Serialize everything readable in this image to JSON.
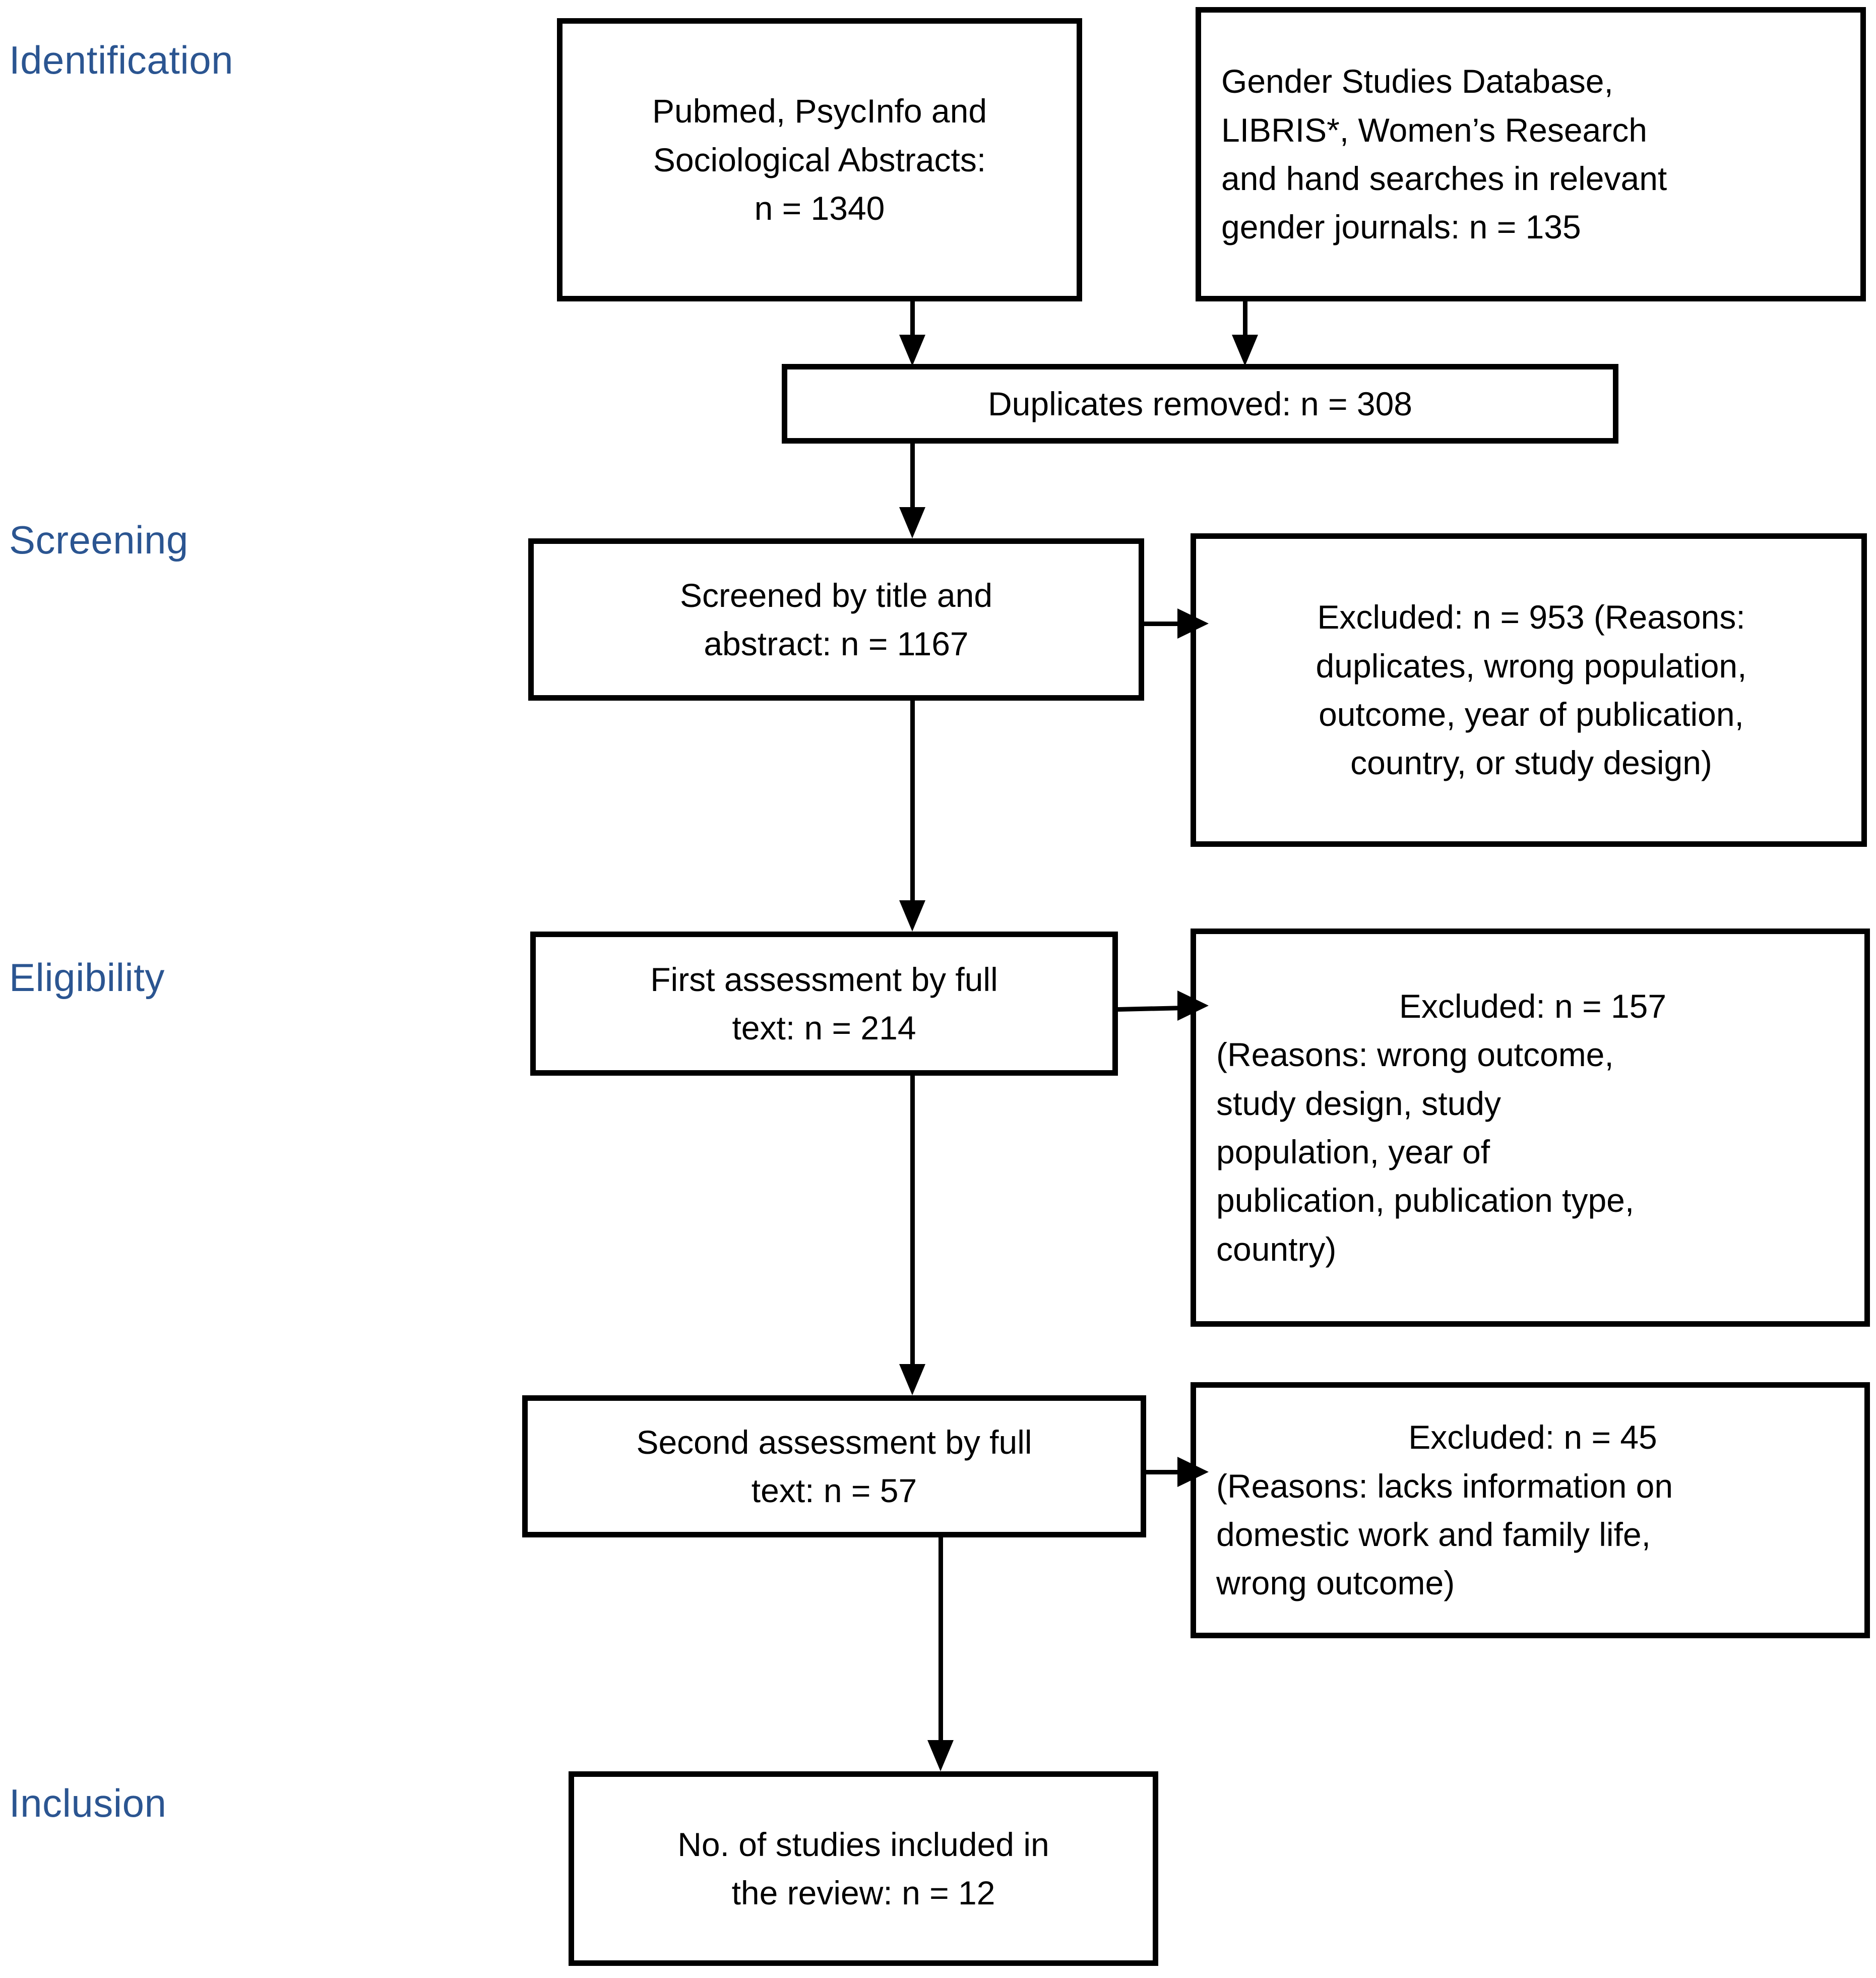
{
  "diagram": {
    "type": "prisma-flow-diagram",
    "title": "PRISMA study selection flow diagram",
    "accent_color": "#2B5591",
    "line_color": "#000000",
    "background": "#ffffff"
  },
  "stages": [
    {
      "id": "identification",
      "label": "Identification"
    },
    {
      "id": "screening",
      "label": "Screening"
    },
    {
      "id": "eligibility",
      "label": "Eligibility"
    },
    {
      "id": "inclusion",
      "label": "Inclusion"
    }
  ],
  "nodes": {
    "database_search": {
      "lines": [
        "Pubmed, PsycInfo and",
        "Sociological Abstracts:",
        "n = 1340"
      ],
      "count": 1340
    },
    "other_sources": {
      "lines": [
        "Gender Studies Database,",
        "LIBRIS*, Women’s Research",
        "and hand searches in relevant",
        "gender journals:  n = 135"
      ],
      "count": 135
    },
    "duplicates_removed": {
      "lines": [
        "Duplicates removed: n = 308"
      ],
      "count": 308
    },
    "screened": {
      "lines": [
        "Screened by title and",
        "abstract: n = 1167"
      ],
      "count": 1167
    },
    "excluded_screening": {
      "lines": [
        "Excluded: n = 953 (Reasons:",
        "duplicates, wrong population,",
        "outcome, year of publication,",
        "country, or study design)"
      ],
      "count": 953
    },
    "first_assessment": {
      "lines": [
        "First assessment by full",
        "text: n = 214"
      ],
      "count": 214
    },
    "excluded_first": {
      "lines": [
        "Excluded: n = 157",
        "(Reasons: wrong outcome,",
        "study design, study",
        "population, year of",
        "publication, publication type,",
        "country)"
      ],
      "count": 157
    },
    "second_assessment": {
      "lines": [
        "Second assessment by full",
        "text: n = 57"
      ],
      "count": 57
    },
    "excluded_second": {
      "lines": [
        "Excluded: n = 45",
        "(Reasons: lacks information on",
        "domestic work and family life,",
        "wrong outcome)"
      ],
      "count": 45
    },
    "included": {
      "lines": [
        "No. of studies included in",
        "the review: n = 12"
      ],
      "count": 12
    }
  },
  "edges": [
    {
      "from": "database_search",
      "to": "duplicates_removed",
      "direction": "down"
    },
    {
      "from": "other_sources",
      "to": "duplicates_removed",
      "direction": "down"
    },
    {
      "from": "duplicates_removed",
      "to": "screened",
      "direction": "down"
    },
    {
      "from": "screened",
      "to": "excluded_screening",
      "direction": "right"
    },
    {
      "from": "screened",
      "to": "first_assessment",
      "direction": "down"
    },
    {
      "from": "first_assessment",
      "to": "excluded_first",
      "direction": "right"
    },
    {
      "from": "first_assessment",
      "to": "second_assessment",
      "direction": "down"
    },
    {
      "from": "second_assessment",
      "to": "excluded_second",
      "direction": "right"
    },
    {
      "from": "second_assessment",
      "to": "included",
      "direction": "down"
    }
  ]
}
